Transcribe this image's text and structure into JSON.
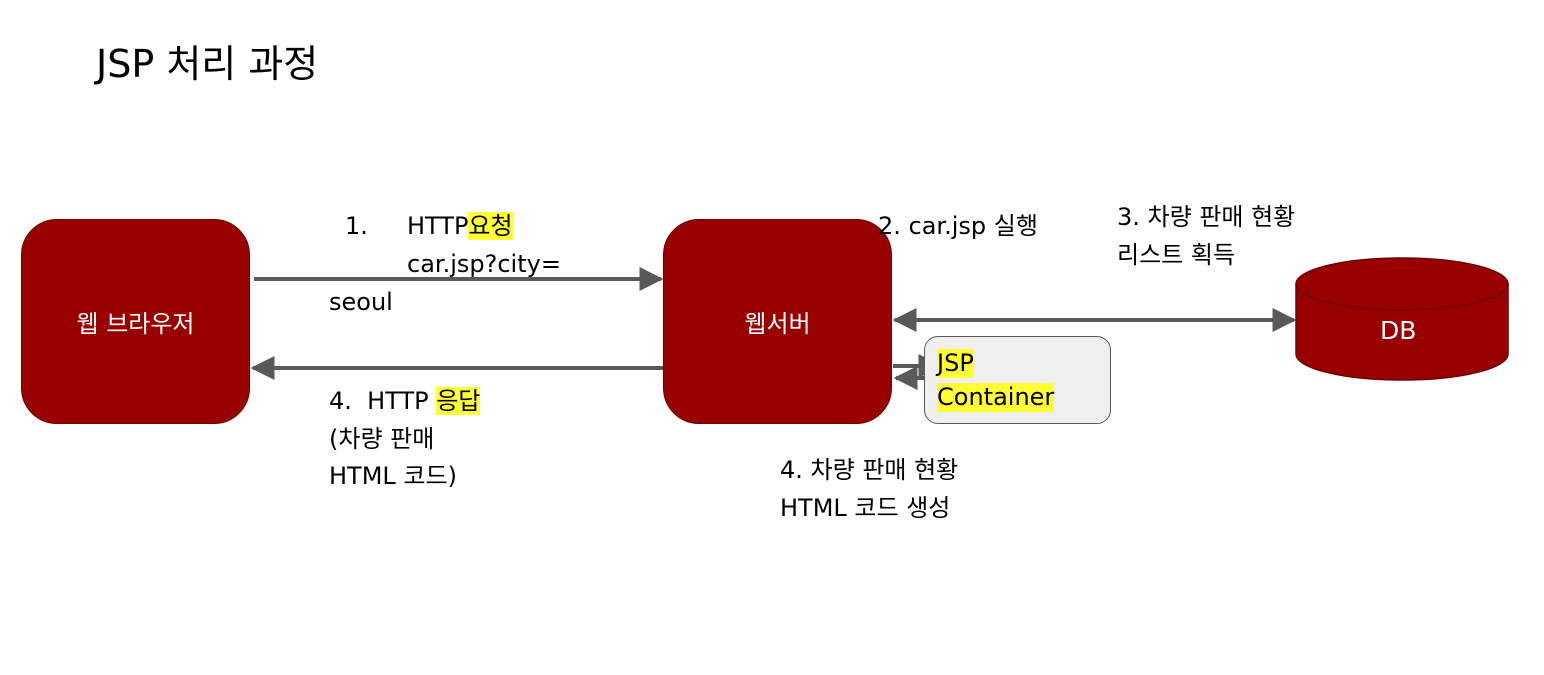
{
  "title": "JSP 처리 과정",
  "nodes": {
    "browser": "웹 브라우저",
    "webserver": "웹서버",
    "db": "DB",
    "container_line1": "JSP",
    "container_line2": "Container"
  },
  "steps": {
    "request_num": "1.",
    "request_prefix": "HTTP",
    "request_highlight": "요청",
    "request_line2": "car.jsp?city=",
    "request_line3": "seoul",
    "execute": "2. car.jsp 실행",
    "fetch_line1": "3. 차량 판매 현황",
    "fetch_line2": "리스트 획득",
    "response_prefix": "4.  HTTP ",
    "response_highlight": "응답",
    "response_line2": "(차량 판매",
    "response_line3": "HTML 코드)",
    "generate_line1": "4. 차량 판매 현황",
    "generate_line2": "HTML 코드 생성"
  },
  "colors": {
    "node_fill": "#990000",
    "arrow": "#595959",
    "highlight": "#ffff33",
    "container_fill": "#efefef"
  }
}
